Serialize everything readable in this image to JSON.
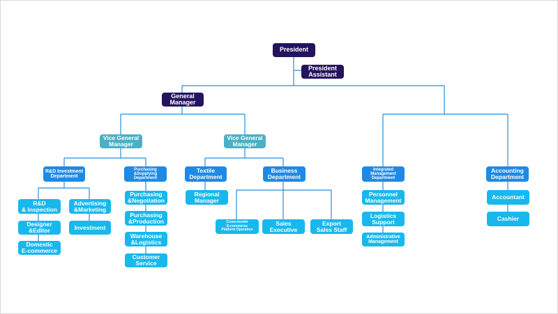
{
  "org_chart": {
    "president": "President",
    "president_assistant": "President\nAssistant",
    "general_manager": "General\nManager",
    "vgm_left": "Vice General\nManager",
    "vgm_right": "Vice General\nManager",
    "rd_investment": "R&D Investment\nDepartment",
    "purchasing_supplying": "Purchasing\n&Supplying\nDepartment",
    "textile": "Textile\nDepartment",
    "business": "Business\nDepartment",
    "integrated": "Integrated\nManagement\nDepartment",
    "accounting": "Accounting\nDepartment",
    "rd_inspection": "R&D\n& Inspection",
    "designer_editor": "Designer\n&Editor",
    "domestic_ecommerce": "Domestic\nE-commerce",
    "advertising_marketing": "Advertising\n&Marketing",
    "investment": "Investment",
    "purchasing_negotiation": "Purchasing\n&Negotiation",
    "purchasing_production": "Purchasing\n&Production",
    "warehouse_logistics": "Warehouse\n&Logistics",
    "customer_service": "Customer\nService",
    "regional_manager": "Regional\nManager",
    "cross_border": "Cross-border\nE-commerce\nPlatform Operation",
    "sales_executive": "Sales\nExecutive",
    "export_sales": "Export\nSales Staff",
    "personnel": "Personnel\nManagement",
    "logistics_support": "Logistics\nSupport",
    "administrative": "Administrative\nManagement",
    "accountant": "Accountant",
    "cashier": "Cashier"
  },
  "colors": {
    "connector": "#1f8fe0",
    "top_level": "#24135f",
    "vice": "#4bb0c6",
    "department": "#1e8ae6",
    "role": "#17b8ee"
  }
}
